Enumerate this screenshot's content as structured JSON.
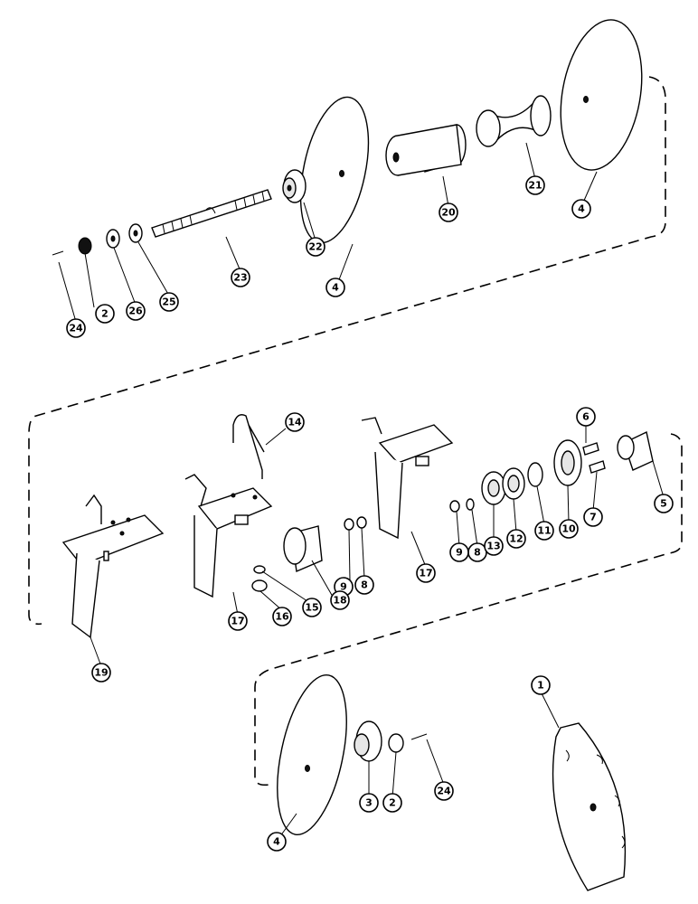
{
  "callouts": [
    {
      "id": "c-1",
      "label": "1"
    },
    {
      "id": "c-2a",
      "label": "2"
    },
    {
      "id": "c-2b",
      "label": "2"
    },
    {
      "id": "c-3",
      "label": "3"
    },
    {
      "id": "c-4a",
      "label": "4"
    },
    {
      "id": "c-4b",
      "label": "4"
    },
    {
      "id": "c-4c",
      "label": "4"
    },
    {
      "id": "c-5",
      "label": "5"
    },
    {
      "id": "c-6",
      "label": "6"
    },
    {
      "id": "c-7",
      "label": "7"
    },
    {
      "id": "c-8a",
      "label": "8"
    },
    {
      "id": "c-8b",
      "label": "8"
    },
    {
      "id": "c-9a",
      "label": "9"
    },
    {
      "id": "c-9b",
      "label": "9"
    },
    {
      "id": "c-10",
      "label": "10"
    },
    {
      "id": "c-11",
      "label": "11"
    },
    {
      "id": "c-12",
      "label": "12"
    },
    {
      "id": "c-13",
      "label": "13"
    },
    {
      "id": "c-14",
      "label": "14"
    },
    {
      "id": "c-15",
      "label": "15"
    },
    {
      "id": "c-16",
      "label": "16"
    },
    {
      "id": "c-17a",
      "label": "17"
    },
    {
      "id": "c-17b",
      "label": "17"
    },
    {
      "id": "c-18",
      "label": "18"
    },
    {
      "id": "c-19",
      "label": "19"
    },
    {
      "id": "c-20",
      "label": "20"
    },
    {
      "id": "c-21",
      "label": "21"
    },
    {
      "id": "c-22",
      "label": "22"
    },
    {
      "id": "c-23",
      "label": "23"
    },
    {
      "id": "c-24a",
      "label": "24"
    },
    {
      "id": "c-24b",
      "label": "24"
    },
    {
      "id": "c-25",
      "label": "25"
    },
    {
      "id": "c-26",
      "label": "26"
    }
  ]
}
